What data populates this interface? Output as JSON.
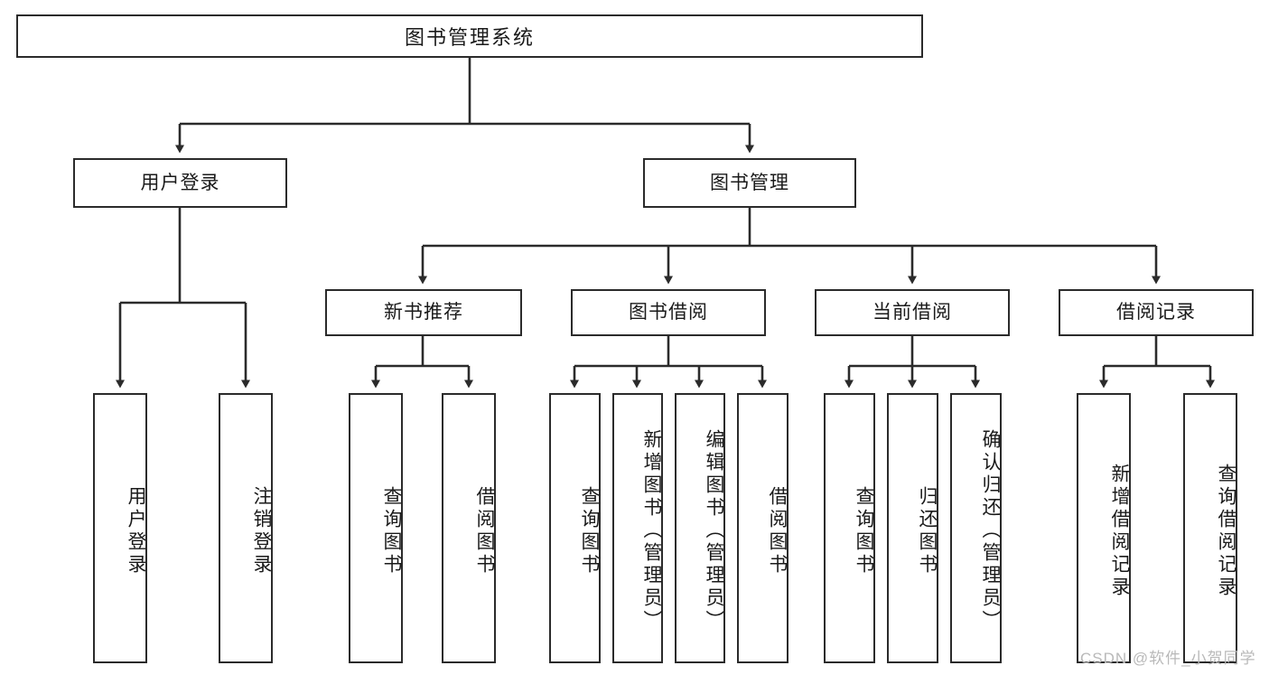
{
  "diagram": {
    "title": "图书管理系统",
    "type": "tree-hierarchy",
    "root": {
      "label": "图书管理系统"
    },
    "level2": [
      {
        "label": "用户登录"
      },
      {
        "label": "图书管理"
      }
    ],
    "level3": [
      {
        "label": "新书推荐"
      },
      {
        "label": "图书借阅"
      },
      {
        "label": "当前借阅"
      },
      {
        "label": "借阅记录"
      }
    ],
    "leaves": {
      "user_login": [
        {
          "label": "用户登录"
        },
        {
          "label": "注销登录"
        }
      ],
      "new_book_recommend": [
        {
          "label": "查询图书"
        },
        {
          "label": "借阅图书"
        }
      ],
      "book_borrow": [
        {
          "label": "查询图书"
        },
        {
          "label": "新增图书（管理员）"
        },
        {
          "label": "编辑图书（管理员）"
        },
        {
          "label": "借阅图书"
        }
      ],
      "current_borrow": [
        {
          "label": "查询图书"
        },
        {
          "label": "归还图书"
        },
        {
          "label": "确认归还（管理员）"
        }
      ],
      "borrow_record": [
        {
          "label": "新增借阅记录"
        },
        {
          "label": "查询借阅记录"
        }
      ]
    }
  },
  "watermark": {
    "text": "CSDN @软件_小贺同学"
  },
  "colors": {
    "stroke": "#2b2b2b",
    "fill": "#ffffff",
    "text": "#1a1a1a",
    "watermark": "#b9b9b9",
    "background": "#ffffff"
  }
}
